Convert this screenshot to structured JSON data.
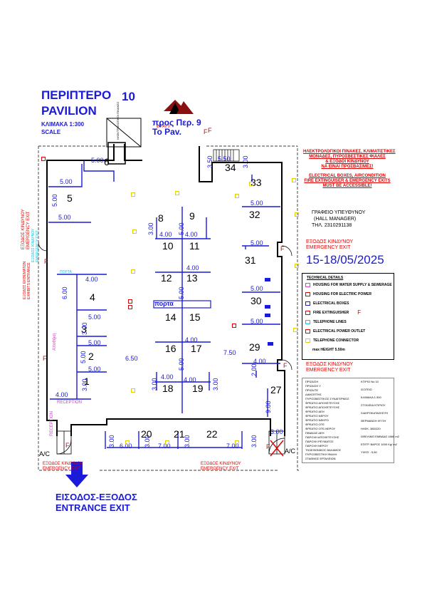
{
  "title": {
    "gr": "ΠΕΡΙΠΤΕΡΟ",
    "number": "10",
    "en": "PAVILION",
    "scale_gr": "ΚΛΙΜΑΚΑ 1:300",
    "scale_en": "SCALE"
  },
  "to_pavilion": {
    "gr": "προς Περ. 9",
    "en": "To Pav.",
    "pav_label": "Ø PAV 9",
    "f": "F"
  },
  "elec_panel_label": "ΗΛΕΚΤΡΟΛΟΓΙΚΟΙ ΠΙΝΑΚΕΣ",
  "warning": {
    "gr": [
      "ΗΛΕΚΤΡΟΛΟΓΙΚΟΙ ΠΙΝΑΚΕΣ, ΚΛΙΜΑΤΙΣΤΙΚΕΣ",
      "ΜΟΝΑΔΕΣ, ΠΥΡΟΣΒΕΣΤΙΚΕΣ ΦΙΑΛΕΣ",
      "& ΕΞΟΔΟΙ ΚΙΝΔΥΝΟΥ",
      "ΝΑ ΕΙΝΑΙ ΠΡΟΣΒΑΣΙΜΕΣ!"
    ],
    "en": [
      "ELECTRICAL BOXES, AIRCONDITION",
      "FIRE EXTINGUISER & EMERGENCY EXITS",
      "MUST BE ACCESSIBLE!"
    ]
  },
  "hall_manager": {
    "gr": "ΓΡΑΦΕΙΟ ΥΠΕΥΘΥΝΟΥ",
    "en": "(HALL MANAGER)",
    "phone": "ΤΗΛ. 2310291138"
  },
  "date": "15-18/05/2025",
  "exits": {
    "right1_gr": "ΕΞΟΔΟΣ ΚΙΝΔΥΝΟΥ",
    "right1_en": "EMERGENCY EXIT",
    "right2_gr": "ΕΞΟΔΟΣ ΚΙΝΔΥΝΟΥ",
    "right2_en": "EMERGENCY EXIT",
    "left_gr": "ΕΞΟΔΟΣ ΚΙΝΔΥΝΟΥ",
    "left_en": "EMERGENCY EXIT",
    "left2_gr": "ΕΞΟΔΟΣ ΕΚΘΕΜΑΤΩΝ",
    "left2_en": "EXHIBITS ENTRANCE",
    "left3_gr": "ΕΞΟΔΟΣ ΚΙΝΔΥΝΟΥ",
    "left3_en": "EMERGENCY EXIT",
    "bottom_left_gr": "ΕΞΟΔΟΣ ΚΙΝΔΥΝΟΥ",
    "bottom_left_en": "EMERGENCY EXIT",
    "bottom_right_gr": "ΕΞΟΔΟΣ ΚΙΝΔΥΝΟΥ",
    "bottom_right_en": "EMERGENCY EXIT"
  },
  "entrance": {
    "gr": "ΕΙΣΟΔΟΣ-ΕΞΟΔΟΣ",
    "en": "ENTRANCE  EXIT"
  },
  "labels": {
    "porta_top": "πορτα",
    "porta_mid": "ΠΟΡΤΑ",
    "porta_left": "ΠΟΡΤΑ",
    "apothiki": "Αποθήκη",
    "reception": "RECEPTION",
    "reception_vert": "RECEPTION",
    "ac_left": "A/C",
    "ac_right": "A/C",
    "f": "F"
  },
  "stands": [
    {
      "id": "1"
    },
    {
      "id": "2"
    },
    {
      "id": "3"
    },
    {
      "id": "4"
    },
    {
      "id": "5"
    },
    {
      "id": "6"
    },
    {
      "id": "8"
    },
    {
      "id": "9"
    },
    {
      "id": "10"
    },
    {
      "id": "11"
    },
    {
      "id": "12"
    },
    {
      "id": "13"
    },
    {
      "id": "14"
    },
    {
      "id": "15"
    },
    {
      "id": "16"
    },
    {
      "id": "17"
    },
    {
      "id": "18"
    },
    {
      "id": "19"
    },
    {
      "id": "20"
    },
    {
      "id": "21"
    },
    {
      "id": "22"
    },
    {
      "id": "27"
    },
    {
      "id": "29"
    },
    {
      "id": "30"
    },
    {
      "id": "31"
    },
    {
      "id": "32"
    },
    {
      "id": "33"
    },
    {
      "id": "34"
    }
  ],
  "dimensions": {
    "d_5_00": "5.00",
    "d_4_00": "4.00",
    "d_3_00": "3.00",
    "d_6_00": "6.00",
    "d_7_00": "7.00",
    "d_6_50": "6.50",
    "d_7_50": "7.50",
    "d_2_00": "2.00",
    "d_9_00": "9.00",
    "d_3_50": "3.50",
    "d_5_50": "5.50"
  },
  "legend": {
    "title": "TECHNICAL DETAILS",
    "items": [
      {
        "text": "HOUSING FOR WATER SUPPLY & SEWERAGE",
        "color": "#d040d0",
        "icon": "water-housing-icon"
      },
      {
        "text": "HOUSING FOR ELECTRIC POWER",
        "color": "#e00000",
        "icon": "power-housing-icon"
      },
      {
        "text": "ELECTRICAL  BOXES",
        "color": "#1a1ad8",
        "icon": "electrical-box-icon"
      },
      {
        "text": "FIRE EXTINGUISHER",
        "color": "#e00000",
        "icon": "fire-extinguisher-icon",
        "mark": "F"
      },
      {
        "text": "TELEPHONE LINES",
        "color": "#18c0d8",
        "icon": "telephone-line-icon"
      },
      {
        "text": "ELECTRICAL POWER OUTLET",
        "color": "#e00000",
        "icon": "power-outlet-icon"
      },
      {
        "text": "TELEPHONE CONNECTOR",
        "color": "#e0d000",
        "icon": "telephone-connector-icon"
      }
    ],
    "max_height": "max HEIGHT 5.50m"
  },
  "small_legend": {
    "left": [
      "ΠΡΙΖΑ/ΣΗ",
      "ΠΡΙΖΑ/ΣΗ Y",
      "ΠΡΙΖΑ/ΤΕ",
      "ΔΙΑΚΟΠΤΗΣ",
      "ΠΥΡΟΣΒΕΣΤΙΚΟΣ ΣΥΝΑΓΕΡΜΟΣ",
      "ΦΡΕΑΤΙΟ ΑΠΟΧΕΤΕΥΣΗΣ",
      "ΦΡΕΑΤΙΟ ΑΠΟΧΕΤΕΥΣΗΣ",
      "ΦΡΕΑΤΙΟ ΔΕΗ",
      "ΦΡΕΑΤΙΟ ΝΕΡΟΥ",
      "ΦΡΕΑΤΙΟ ΝΕΚΡΟ",
      "ΦΡΕΑΤΙΟ ΟΤΕ",
      "ΦΡΕΑΤΙΟ ΟΤΕ-ΝΕΡΟΥ",
      "ΠΙΝΑΚΑΣ ΔΕΗ",
      "ΠΑΡΟΧΗ ΑΠΟΧΕΤΕΥΣΗΣ",
      "ΠΑΡΟΧΗ ΡΕΥΜΑΤΟΣ",
      "ΠΑΡΟΧΗ ΝΕΡΟΥ",
      "ΤΗΛΕΦΩΝΙΚΟΣ ΘΑΛΑΜΟΣ",
      "ΠΥΡΟΣΒΕΣΤΙΚΗ ΦΙΑΛΗ",
      "ΣΤΑΘΜΟΣ ΕΡΓΑΛΕΙΩΝ"
    ],
    "right": [
      "ΚΤΙΡΙΟ No 10",
      "ΙΣΟΓΕΙΟ",
      "ΚΛΙΜΑΚΑ 1:300",
      "ΣΤΟΙΧΕΙΑ ΚΤΙΡΙΟΥ",
      "ΣΙΔΗΡΟΚΑΤΑΣΚΕΥΗ",
      "ΘΕΡΜΑΝΣΗ ΨΥΞΗ",
      "ΗΛΕΚ. 380/220",
      "ΩΦΕΛΙΜΟ ΕΜΒΑΔΟ 1860 m2",
      "ΕΠΙΤΡ. ΒΑΡΟΣ 1000 Kg/ m2",
      "ΥΨΟΣ : 5,50"
    ]
  }
}
